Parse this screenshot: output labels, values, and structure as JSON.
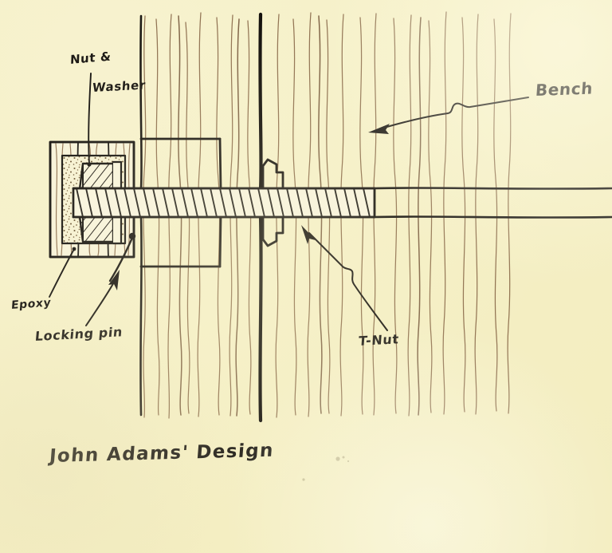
{
  "drawing": {
    "medium": "hand-drawn ink sketch on cream paper",
    "subject": "bench bolt / T-nut joinery cross-section",
    "paper_color": "#f5f0c8",
    "ink_color": "#1d1a16",
    "grain_color": "#8a6a4a"
  },
  "labels": {
    "nut": "Nut &",
    "washer": "Washer",
    "bench": "Bench",
    "epoxy": "Epoxy",
    "locking_pin": "Locking pin",
    "t_nut": "T-Nut",
    "title": "John Adams' Design"
  },
  "annotations": [
    {
      "name": "nut-washer-leader",
      "points": "curved line from label down to nut block"
    },
    {
      "name": "bench-leader",
      "points": "long arrow with s-kink pointing down-left into bench"
    },
    {
      "name": "epoxy-leader",
      "points": "line up-right ending with dot in epoxy fill"
    },
    {
      "name": "locking-pin-leader",
      "points": "arrow up-right into left block"
    },
    {
      "name": "t-nut-leader",
      "points": "arrow up-left with kink toward T-nut flange"
    }
  ]
}
